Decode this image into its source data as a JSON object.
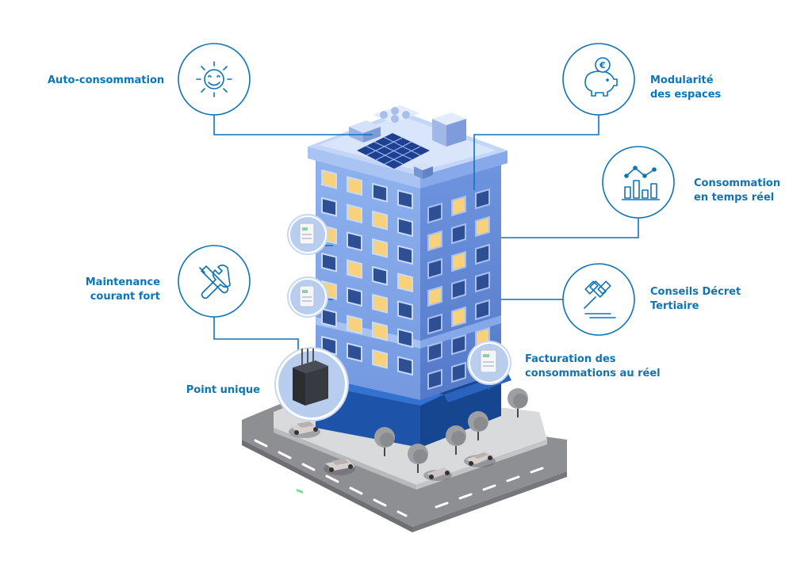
{
  "labels": {
    "auto_consommation": "Auto-consommation",
    "modularite_line1": "Modularité",
    "modularite_line2": "des espaces",
    "consommation_line1": "Consommation",
    "consommation_line2": "en temps réel",
    "maintenance_line1": "Maintenance",
    "maintenance_line2": "courant fort",
    "conseils_line1": "Conseils Décret",
    "conseils_line2": "Tertiaire",
    "facturation_line1": "Facturation des",
    "facturation_line2": "consommations au réel",
    "point_unique": "Point unique"
  },
  "icons": {
    "auto_consommation": "sun-icon",
    "modularite": "piggy-bank-euro-icon",
    "consommation": "bar-chart-icon",
    "maintenance": "tools-icon",
    "conseils": "gavel-icon",
    "facturation": "electric-meter-icon",
    "point_unique": "electrical-cabinet-icon"
  },
  "icon_glyphs": {
    "euro": "€"
  },
  "colors": {
    "accent": "#0e74b8",
    "building_front": "#7da4e8",
    "building_side": "#5f86d6",
    "window_lit": "#f7d27a",
    "road": "#8f9093"
  }
}
